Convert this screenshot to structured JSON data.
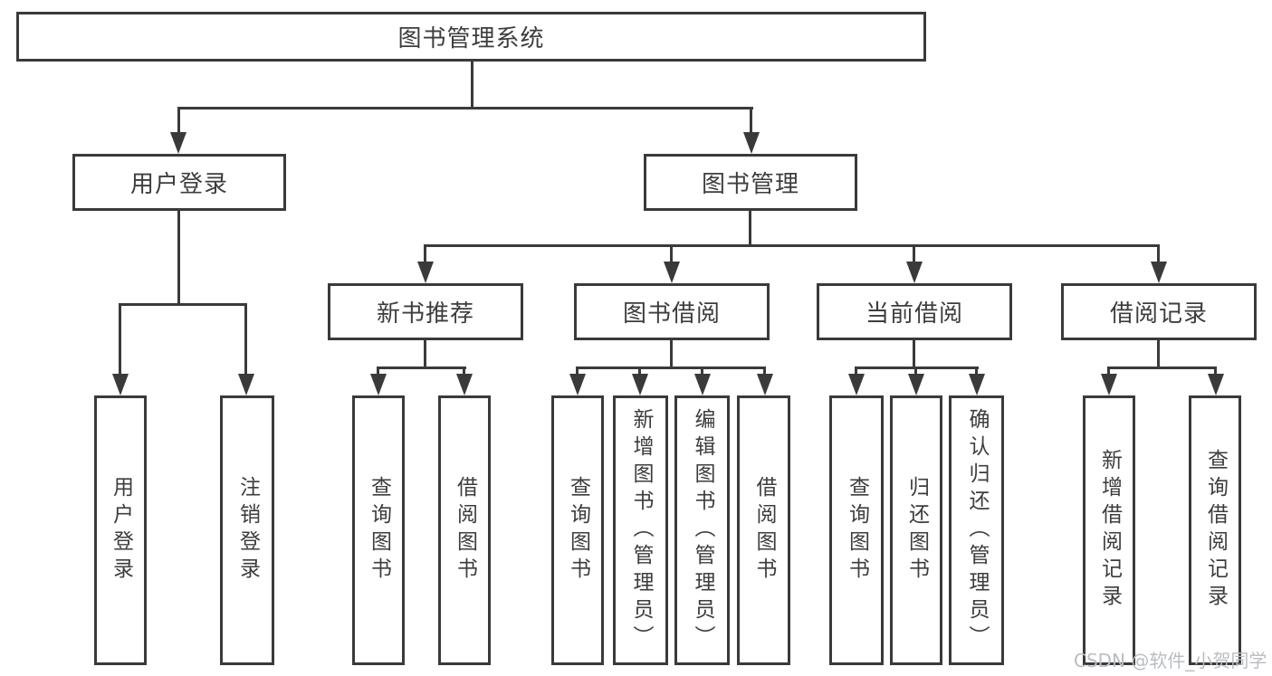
{
  "diagram": {
    "root": "图书管理系统",
    "level2": [
      "用户登录",
      "图书管理"
    ],
    "level3": [
      "新书推荐",
      "图书借阅",
      "当前借阅",
      "借阅记录"
    ],
    "leaves": {
      "user_login": [
        "用户登录",
        "注销登录"
      ],
      "new_books": [
        "查询图书",
        "借阅图书"
      ],
      "book_borrowing": [
        "查询图书",
        "新增图书（管理员）",
        "编辑图书（管理员）",
        "借阅图书"
      ],
      "current_borrowing": [
        "查询图书",
        "归还图书",
        "确认归还（管理员）"
      ],
      "borrowing_records": [
        "新增借阅记录",
        "查询借阅记录"
      ]
    }
  },
  "watermark": "CSDN @软件_小贺同学",
  "colors": {
    "line": "#3a3a3a",
    "text": "#3d3d3d",
    "background": "#ffffff",
    "watermark": "#b9bdc2"
  }
}
